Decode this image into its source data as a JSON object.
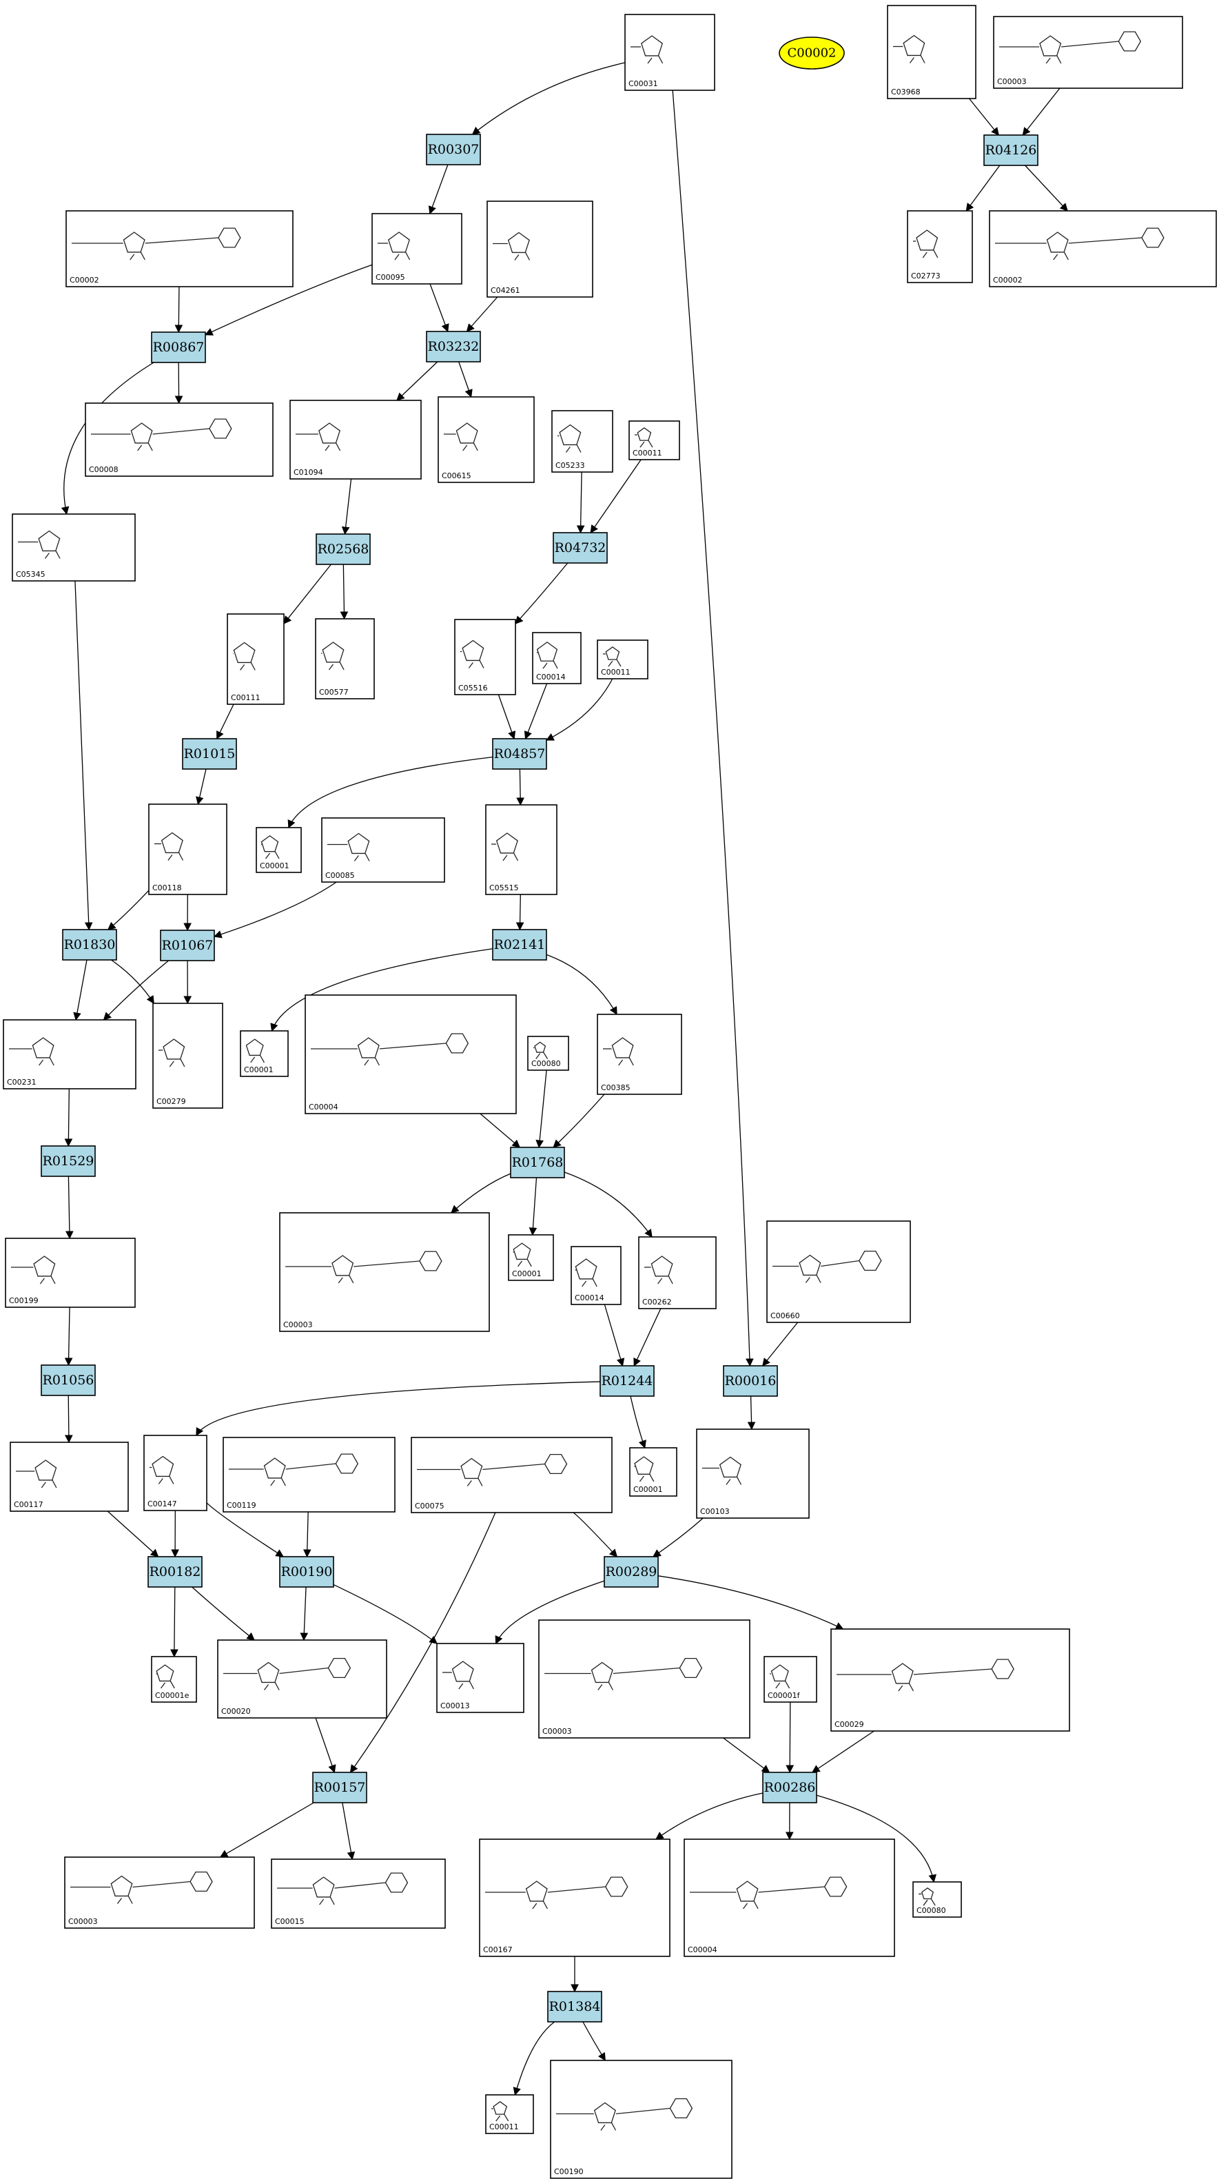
{
  "highlight": {
    "label": "C00002",
    "color": "#ffff00"
  },
  "colors": {
    "reaction_fill": "#add8e6",
    "compound_fill": "#ffffff",
    "edge": "#000000"
  },
  "reactions": [
    "R00307",
    "R04126",
    "R00867",
    "R03232",
    "R04732",
    "R02568",
    "R01015",
    "R04857",
    "R01830",
    "R01067",
    "R02141",
    "R01529",
    "R01768",
    "R01056",
    "R01244",
    "R00016",
    "R00182",
    "R00190",
    "R00289",
    "R00157",
    "R00286",
    "R01384"
  ],
  "compounds": [
    "C00031",
    "C03968",
    "C00003",
    "C00002",
    "C00095",
    "C04261",
    "C02773",
    "C00008",
    "C01094",
    "C00615",
    "C05233",
    "C00011",
    "C05345",
    "C00111",
    "C00577",
    "C05516",
    "C00014",
    "C00001",
    "C00085",
    "C00118",
    "C05515",
    "C00004",
    "C00080",
    "C00385",
    "C00231",
    "C00279",
    "C00199",
    "C00262",
    "C00660",
    "C00117",
    "C00147",
    "C00119",
    "C00075",
    "C00103",
    "C00020",
    "C00013",
    "C00029",
    "C00015",
    "C00167",
    "C00190"
  ]
}
